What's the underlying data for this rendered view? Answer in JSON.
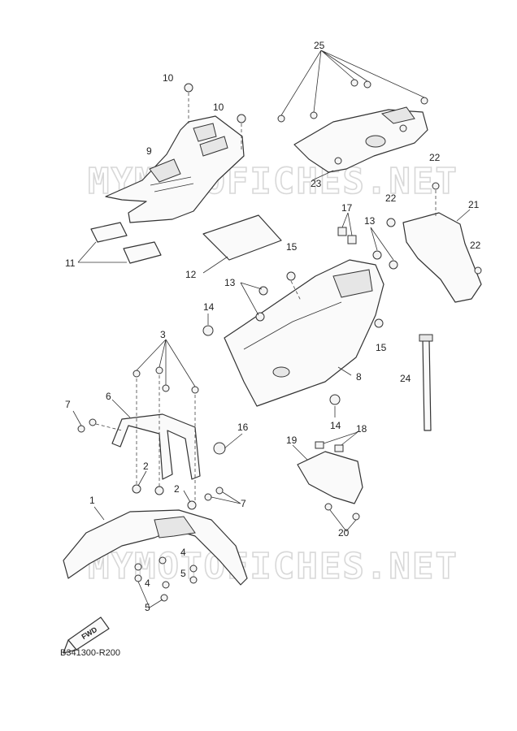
{
  "diagram_code": "B341300-R200",
  "watermark_text": "MYMOTOFICHES.NET",
  "fwd_label": "FWD",
  "callouts": {
    "c1": "1",
    "c2a": "2",
    "c2b": "2",
    "c3": "3",
    "c4a": "4",
    "c4b": "4",
    "c5a": "5",
    "c5b": "5",
    "c6": "6",
    "c7a": "7",
    "c7b": "7",
    "c8": "8",
    "c9": "9",
    "c10a": "10",
    "c10b": "10",
    "c11": "11",
    "c12": "12",
    "c13a": "13",
    "c13b": "13",
    "c14a": "14",
    "c14b": "14",
    "c15a": "15",
    "c15b": "15",
    "c16": "16",
    "c17": "17",
    "c18": "18",
    "c19": "19",
    "c20": "20",
    "c21": "21",
    "c22a": "22",
    "c22b": "22",
    "c22c": "22",
    "c23": "23",
    "c24": "24",
    "c25": "25"
  }
}
